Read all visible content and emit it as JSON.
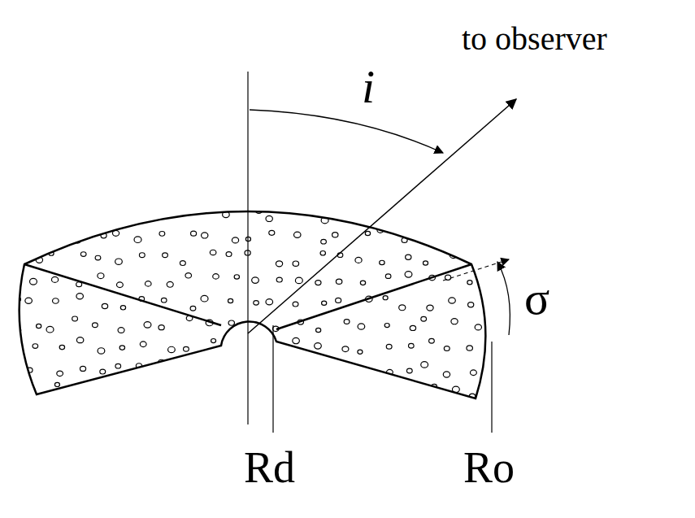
{
  "diagram": {
    "labels": [
      "i",
      "to observer",
      "σ",
      "Rd",
      "Ro"
    ]
  }
}
